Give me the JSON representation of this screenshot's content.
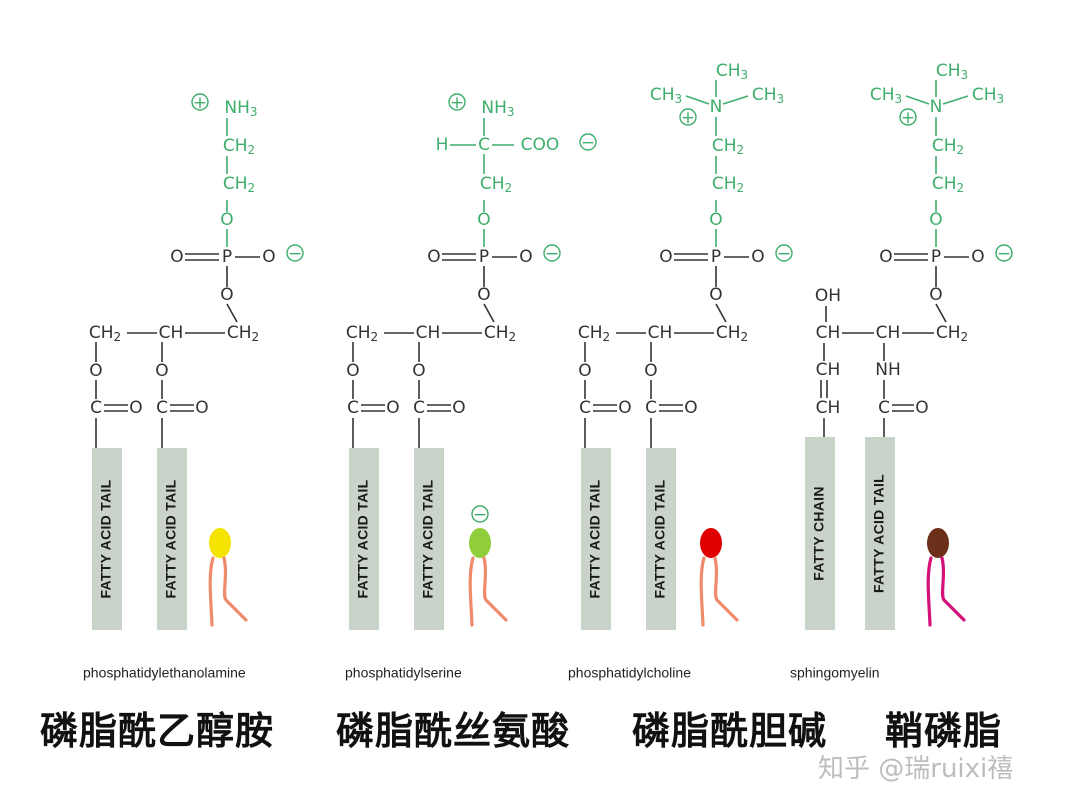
{
  "colors": {
    "headgroup": "#3fae6c",
    "backbone": "#333333",
    "tail_bar": "#c9d3c9"
  },
  "tail_labels": {
    "fatty_acid": "FATTY ACID TAIL",
    "fatty_chain": "FATTY CHAIN"
  },
  "lipids": [
    {
      "name_en": "phosphatidylethanolamine",
      "name_zh": "磷脂酰乙醇胺",
      "head": {
        "n_label": "NH3",
        "row2": "CH2",
        "row3": "CH2"
      },
      "icon_color": "#f5e400",
      "icon_tail_color": "#ef8a6b",
      "icon_charge": ""
    },
    {
      "name_en": "phosphatidylserine",
      "name_zh": "磷脂酰丝氨酸",
      "head": {
        "n_label": "NH3",
        "h_label": "H",
        "c_label": "C",
        "coo_label": "COO",
        "row3": "CH2"
      },
      "icon_color": "#8fce3a",
      "icon_tail_color": "#ef8a6b",
      "icon_charge": "−"
    },
    {
      "name_en": "phosphatidylcholine",
      "name_zh": "磷脂酰胆碱",
      "head": {
        "top_methyl": "CH3",
        "left_methyl": "CH3",
        "right_methyl": "CH3",
        "n_label": "N",
        "row2": "CH2",
        "row3": "CH2"
      },
      "icon_color": "#e00000",
      "icon_tail_color": "#ef8a6b",
      "icon_charge": ""
    },
    {
      "name_en": "sphingomyelin",
      "name_zh": "鞘磷脂",
      "head": {
        "top_methyl": "CH3",
        "left_methyl": "CH3",
        "right_methyl": "CH3",
        "n_label": "N",
        "row2": "CH2",
        "row3": "CH2"
      },
      "icon_color": "#6b2f1a",
      "icon_tail_color": "#d4107a",
      "icon_charge": ""
    }
  ],
  "chem": {
    "o": "O",
    "p": "P",
    "ch2": "CH2",
    "ch": "CH",
    "c": "C",
    "oh": "OH",
    "nh": "NH",
    "plus": "+",
    "minus": "−"
  },
  "watermark": "知乎 @瑞ruixi禧"
}
